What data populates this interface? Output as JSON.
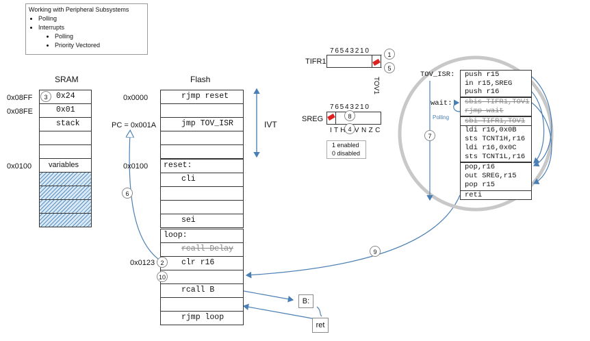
{
  "legend": {
    "title": "Working with Peripheral Subsystems",
    "items": [
      "Polling",
      "Interrupts"
    ],
    "subitems": [
      "Polling",
      "Priority Vectored"
    ]
  },
  "sram": {
    "title": "SRAM",
    "addr_top": "0x08FF",
    "addr_second": "0x08FE",
    "addr_vars": "0x0100",
    "cells": [
      "0x24",
      "0x01",
      "stack",
      "",
      "",
      "variables"
    ]
  },
  "flash": {
    "title": "Flash",
    "addrs": [
      "0x0000",
      "PC = 0x001A",
      "0x0100",
      "0x0123"
    ],
    "ivt": [
      "rjmp reset",
      "",
      "jmp TOV_ISR",
      ""
    ],
    "ivt_label": "IVT",
    "code": [
      "reset:",
      "cli",
      "",
      "",
      "sei",
      "loop:",
      "rcall Delay",
      "clr r16",
      "",
      "rcall B",
      "",
      "rjmp loop"
    ]
  },
  "tifr1": {
    "label": "TIFR1",
    "bits": "7 6 5 4 3 2 1 0",
    "tov_label": "TOV1"
  },
  "sreg": {
    "label": "SREG",
    "bits": "7 6 5 4 3 2 1 0",
    "flags": "I T H S V N Z C",
    "note_enabled": "1 enabled",
    "note_disabled": "0 disabled"
  },
  "isr": {
    "label": "TOV_ISR:",
    "wait_label": "wait:",
    "polling_label": "Polling",
    "lines": [
      "push r15",
      "in r15,SREG",
      "push r16",
      "sbis TIFR1,TOV1",
      "rjmp wait",
      "sbi TIFR1,TOV1",
      "ldi r16,0x0B",
      "sts TCNT1H,r16",
      "ldi r16,0x0C",
      "sts TCNT1L,r16",
      "pop,r16",
      "out SREG,r15",
      "pop r15",
      "reti"
    ]
  },
  "sub": {
    "b_label": "B:",
    "ret_label": "ret"
  },
  "steps": [
    "1",
    "2",
    "3",
    "4",
    "5",
    "6",
    "7",
    "8",
    "9",
    "10"
  ]
}
